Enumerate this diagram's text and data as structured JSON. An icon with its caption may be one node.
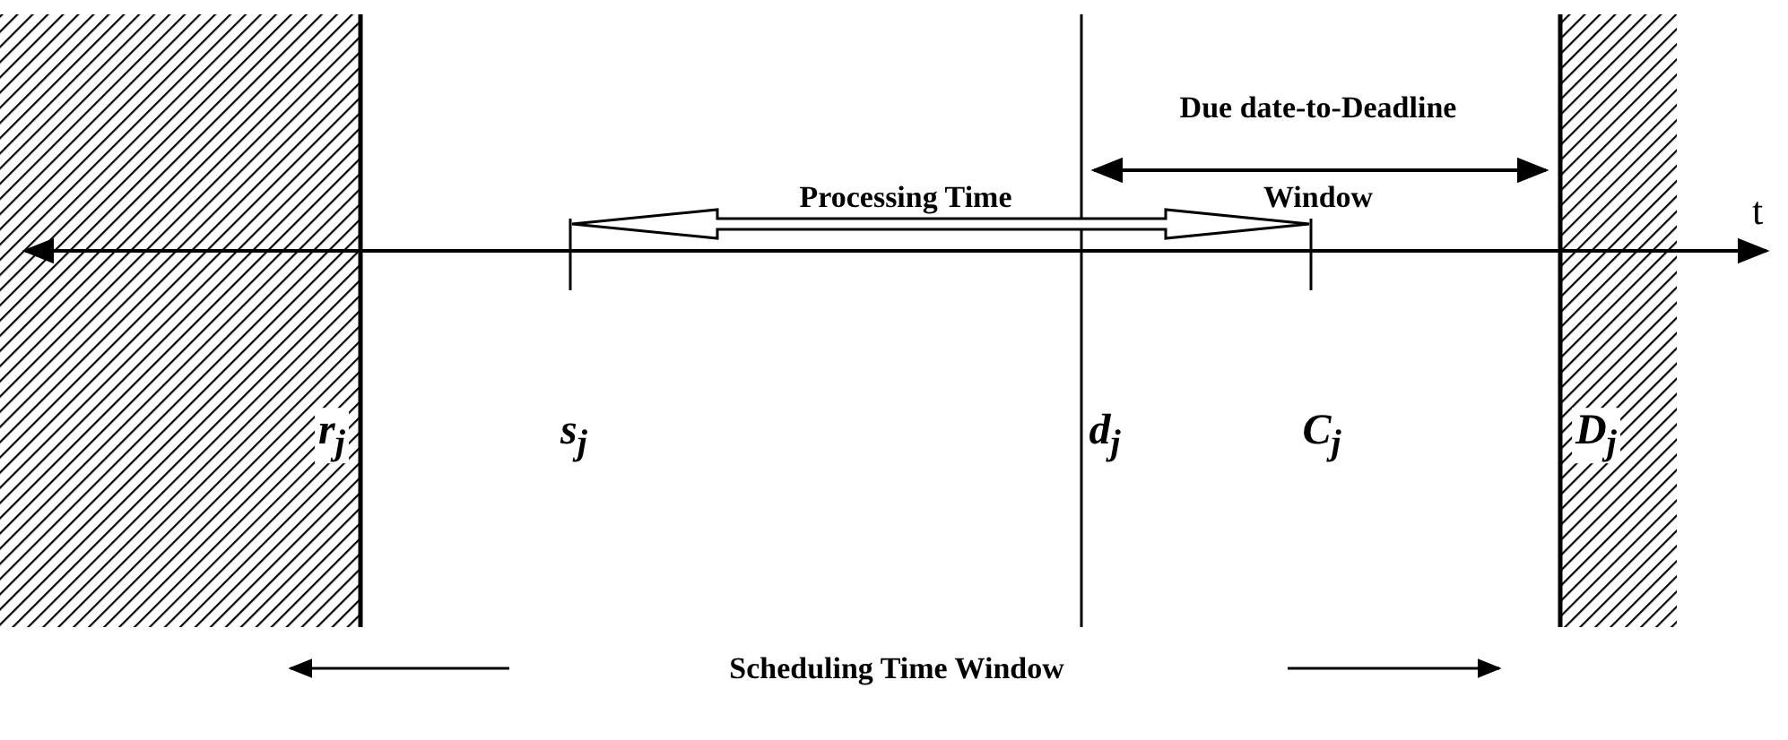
{
  "diagram": {
    "labels": [
      "Due date-to-Deadline",
      "Processing Time",
      "Window",
      "t",
      "r$_{j}$",
      "s$_{j}$",
      "d$_{j}$",
      "C$_{j}$",
      "D$_{j}$",
      "Scheduling Time Window"
    ]
  }
}
